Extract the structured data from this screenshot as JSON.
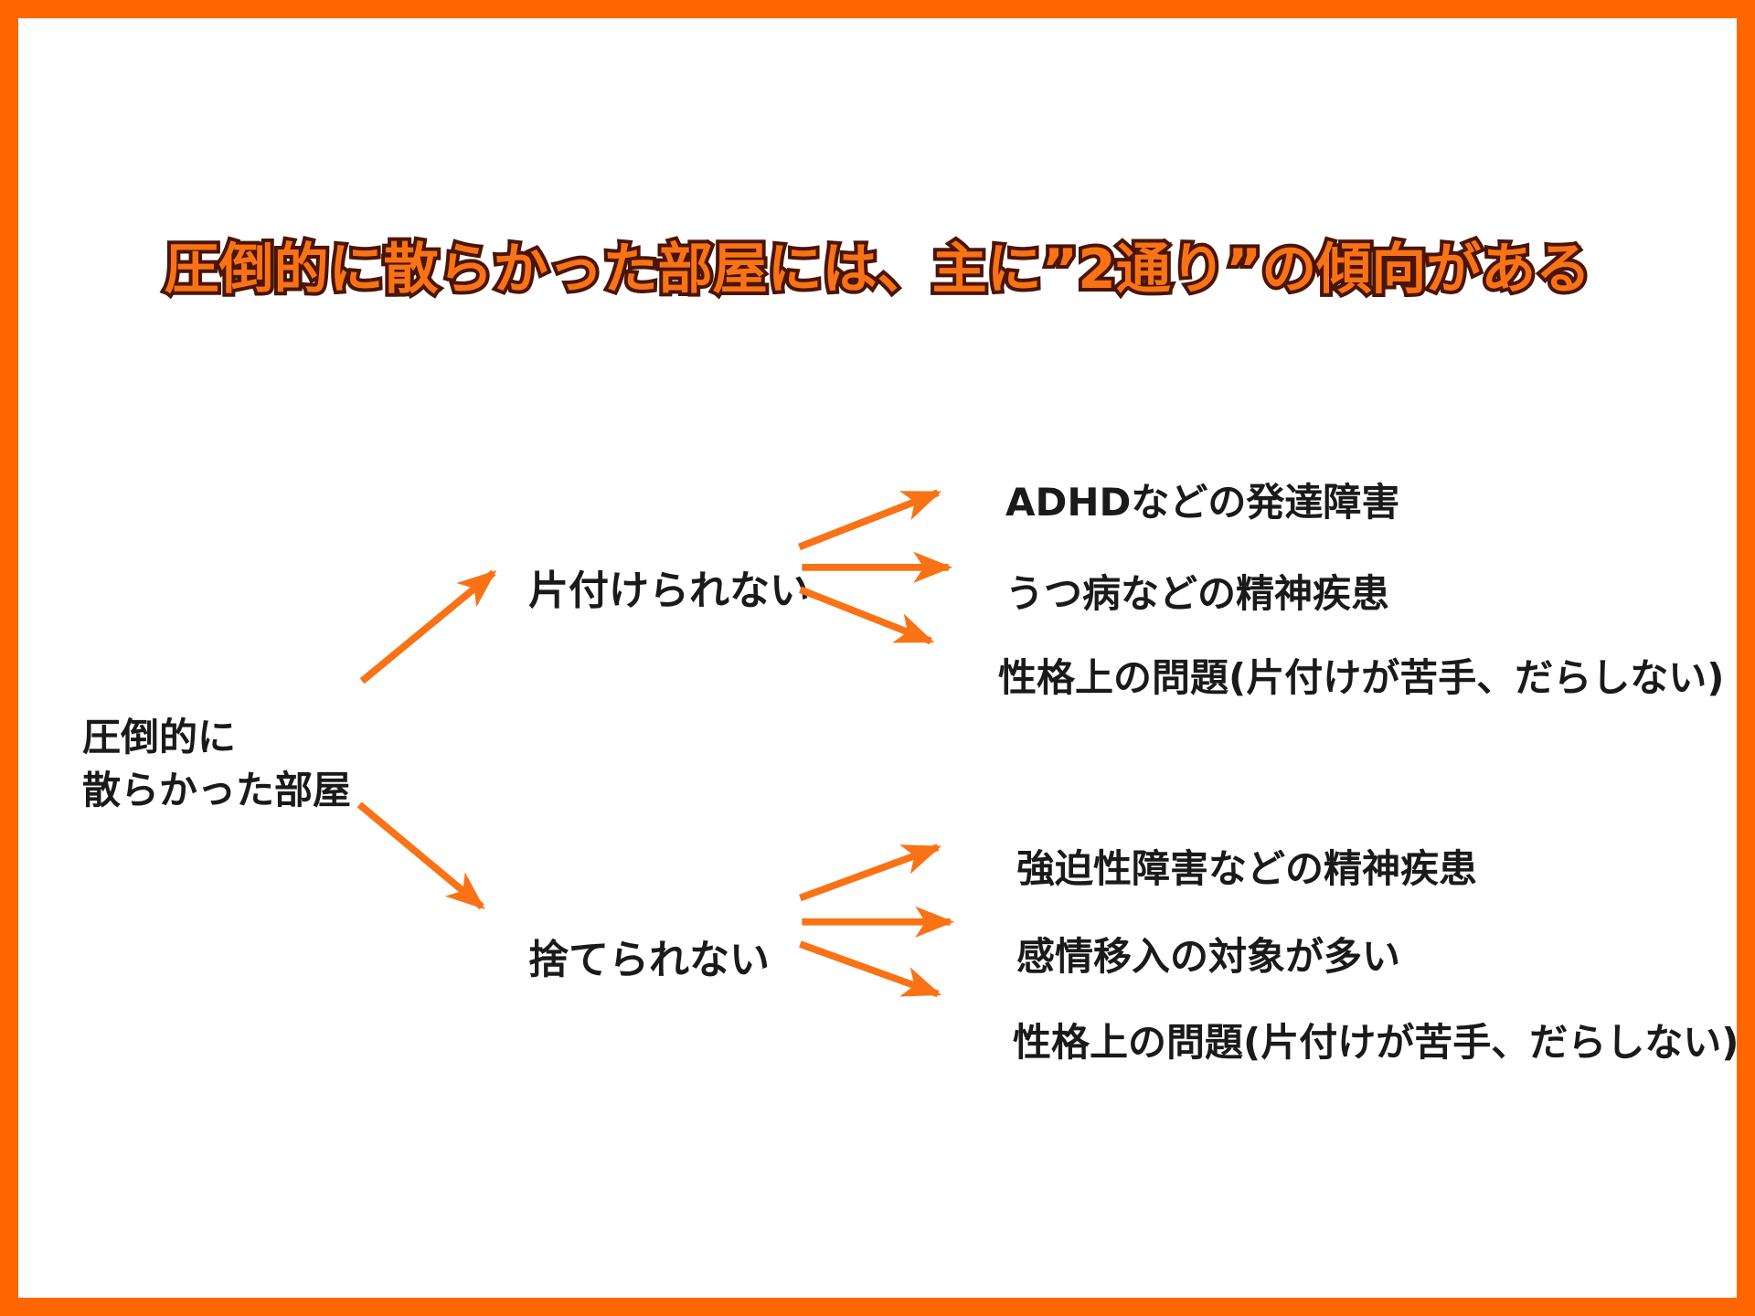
{
  "page": {
    "background_color": "#FFFFFF",
    "frame_color": "#FF6600",
    "text_color": "#1A1A1A",
    "accent_color": "#F97316",
    "title_outline_color": "#4A1505"
  },
  "title": {
    "text": "圧倒的に散らかった部屋には、主に”2通り”の傾向がある"
  },
  "chart_data": {
    "type": "table",
    "title": "圧倒的に散らかった部屋には、主に”2通り”の傾向がある",
    "root": "圧倒的に散らかった部屋",
    "tree": [
      {
        "branch": "片付けられない",
        "leaves": [
          "ADHDなどの発達障害",
          "うつ病などの精神疾患",
          "性格上の問題(片付けが苦手、だらしない)"
        ]
      },
      {
        "branch": "捨てられない",
        "leaves": [
          "強迫性障害などの精神疾患",
          "感情移入の対象が多い",
          "性格上の問題(片付けが苦手、だらしない)"
        ]
      }
    ]
  },
  "diagram": {
    "root": {
      "lines": [
        "圧倒的に",
        "散らかった部屋"
      ]
    },
    "branches": [
      {
        "label": "片付けられない",
        "leaves": [
          "ADHDなどの発達障害",
          "うつ病などの精神疾患",
          "性格上の問題(片付けが苦手、だらしない)"
        ]
      },
      {
        "label": "捨てられない",
        "leaves": [
          "強迫性障害などの精神疾患",
          "感情移入の対象が多い",
          "性格上の問題(片付けが苦手、だらしない)"
        ]
      }
    ],
    "arrow_color": "#F97316"
  }
}
